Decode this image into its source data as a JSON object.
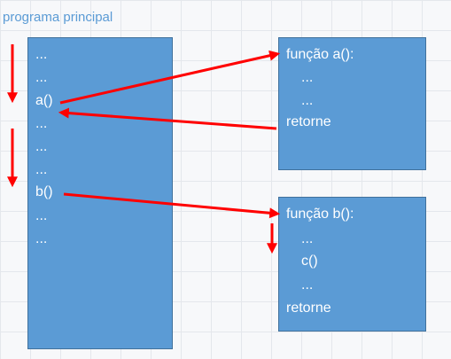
{
  "title": "programa principal",
  "main_program": {
    "lines": [
      "...",
      "...",
      "a()",
      "...",
      "...",
      "...",
      "b()",
      "...",
      "..."
    ]
  },
  "function_a": {
    "header": "função a():",
    "lines": [
      "...",
      "...",
      "retorne"
    ]
  },
  "function_b": {
    "header": "função b():",
    "lines": [
      "...",
      "c()",
      "...",
      "retorne"
    ]
  },
  "colors": {
    "box_fill": "#5b9bd5",
    "box_border": "#41719c",
    "arrow": "#ff0000",
    "title": "#5b9bd5",
    "text": "#ffffff"
  }
}
